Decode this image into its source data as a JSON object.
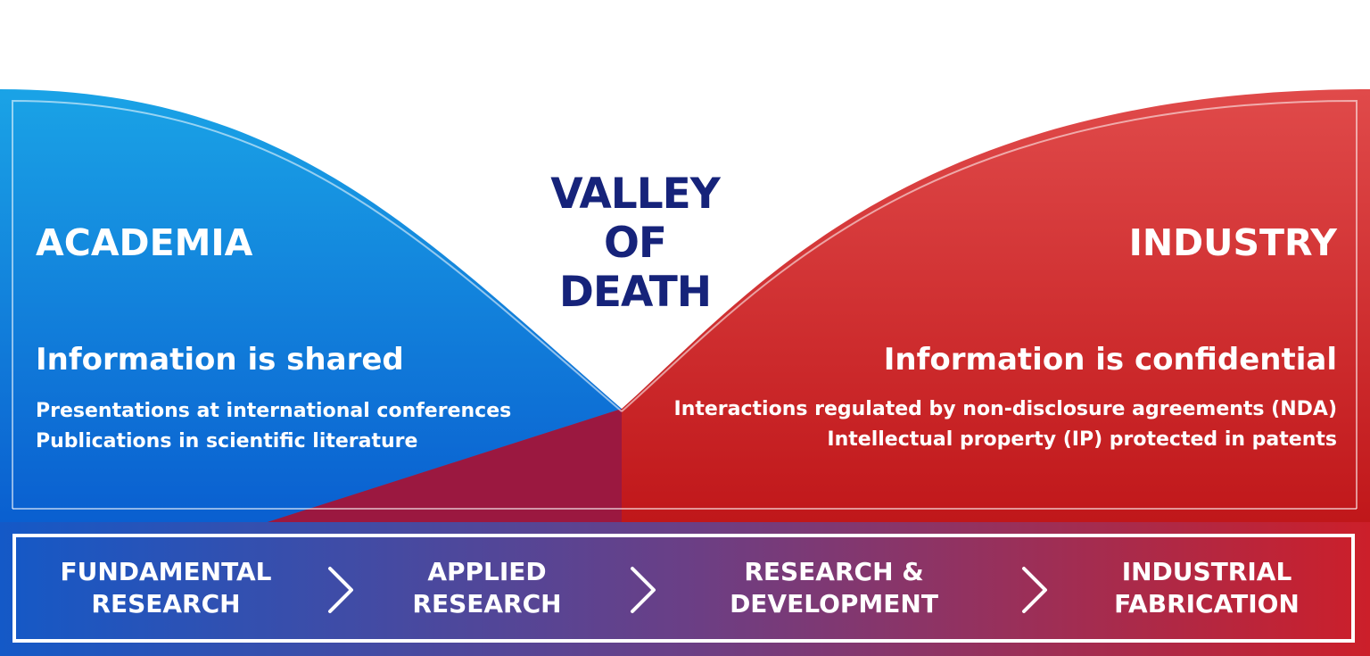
{
  "title": [
    "VALLEY",
    "OF",
    "DEATH"
  ],
  "academia": {
    "heading": "ACADEMIA",
    "subheading": "Information is shared",
    "points": [
      "Presentations at international conferences",
      "Publications in scientific literature"
    ]
  },
  "industry": {
    "heading": "INDUSTRY",
    "subheading": "Information is confidential",
    "points": [
      "Interactions regulated by non-disclosure agreements (NDA)",
      "Intellectual property (IP) protected in patents"
    ]
  },
  "stages": [
    {
      "lines": [
        "FUNDAMENTAL",
        "RESEARCH"
      ]
    },
    {
      "lines": [
        "APPLIED",
        "RESEARCH"
      ]
    },
    {
      "lines": [
        "RESEARCH &",
        "DEVELOPMENT"
      ]
    },
    {
      "lines": [
        "INDUSTRIAL",
        "FABRICATION"
      ]
    }
  ],
  "colors": {
    "academia_light": "#1aa3e6",
    "academia_dark": "#0a5fd0",
    "industry_light": "#e04a4a",
    "industry_dark": "#c0171a",
    "overlap": "#9b1840",
    "title": "#16237a",
    "bar_left": "#1459c7",
    "bar_right": "#cc1f2a"
  },
  "icons": {
    "stage_separator": "chevron-right-icon"
  }
}
